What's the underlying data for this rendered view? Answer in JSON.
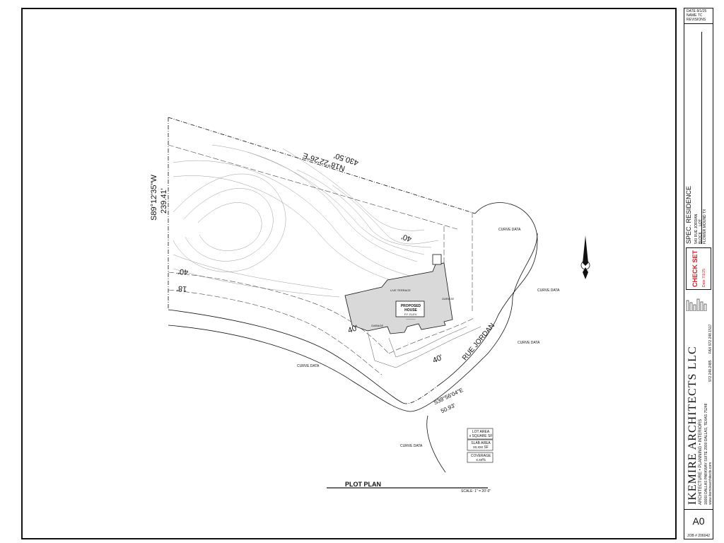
{
  "title_block": {
    "date": "DATE 8/1/25",
    "name": "NAME TC",
    "revisions": "REVISIONS",
    "project": "SPEC. RESIDENCE",
    "address_lines": [
      "540 RUE JORDAN",
      "BLOCK __ LOT __",
      "FLOWER MOUND TX"
    ],
    "check_set": "CHECK SET",
    "check_set_date": "Date 7/1/25",
    "firm": "IKEMIRE ARCHITECTS LLC",
    "disciplines": "ARCHITECTURE • PLANNING • INTERIORS",
    "firm_address": "16660 DALLAS PARKWAY SUITE 2900 DALLAS, TEXAS 75248",
    "phone": "972.248.2485",
    "fax": "FAX 972.248.1517",
    "web": "www.ikemirearchitects.com",
    "sheet": "A0",
    "job": "JOB # 206042"
  },
  "drawing": {
    "bearing_north": "N18°22'26\"E",
    "dist_north": "430.50'",
    "bearing_west": "S89°12'35\"W",
    "dist_west": "239.41'",
    "bearing_south": "S38°56'04\"E",
    "dist_south": "50.93'",
    "street": "RUE JORDAN",
    "setback_40_a": "40'",
    "setback_40_b": "40'",
    "setback_40_c": "40'",
    "setback_40_d": "40'",
    "setback_18": "18'",
    "house_label": "PROPOSED HOUSE",
    "house_sub": "F.F. ELEV. ______",
    "garage_left": "GARAGE",
    "garage_right": "GARAGE",
    "terrace": "LIVE TERRACE",
    "curve_data": "CURVE DATA",
    "plan_title": "PLOT PLAN",
    "scale": "SCALE: 1\" = 20'-0\"",
    "lot_area_label": "LOT AREA",
    "lot_area_value": "x SQUARE SF",
    "slab_area_label": "SLAB AREA",
    "slab_area_value": "xx,xxx SF",
    "coverage_label": "COVERAGE",
    "coverage_value": "x.xx%"
  }
}
